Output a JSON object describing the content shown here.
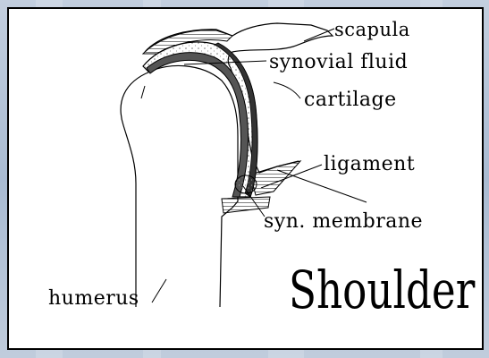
{
  "diagram": {
    "title": "Shoulder",
    "labels": {
      "scapula": "scapula",
      "synovial_fluid": "synovial fluid",
      "cartilage": "cartilage",
      "ligament": "ligament",
      "syn_membrane": "syn. membrane",
      "humerus": "humerus"
    }
  },
  "colors": {
    "background": "#b4c3d8",
    "panel": "#ffffff",
    "ink": "#000000",
    "cartilage_band": "#555555",
    "fluid_fill": "#f2f2f2"
  }
}
